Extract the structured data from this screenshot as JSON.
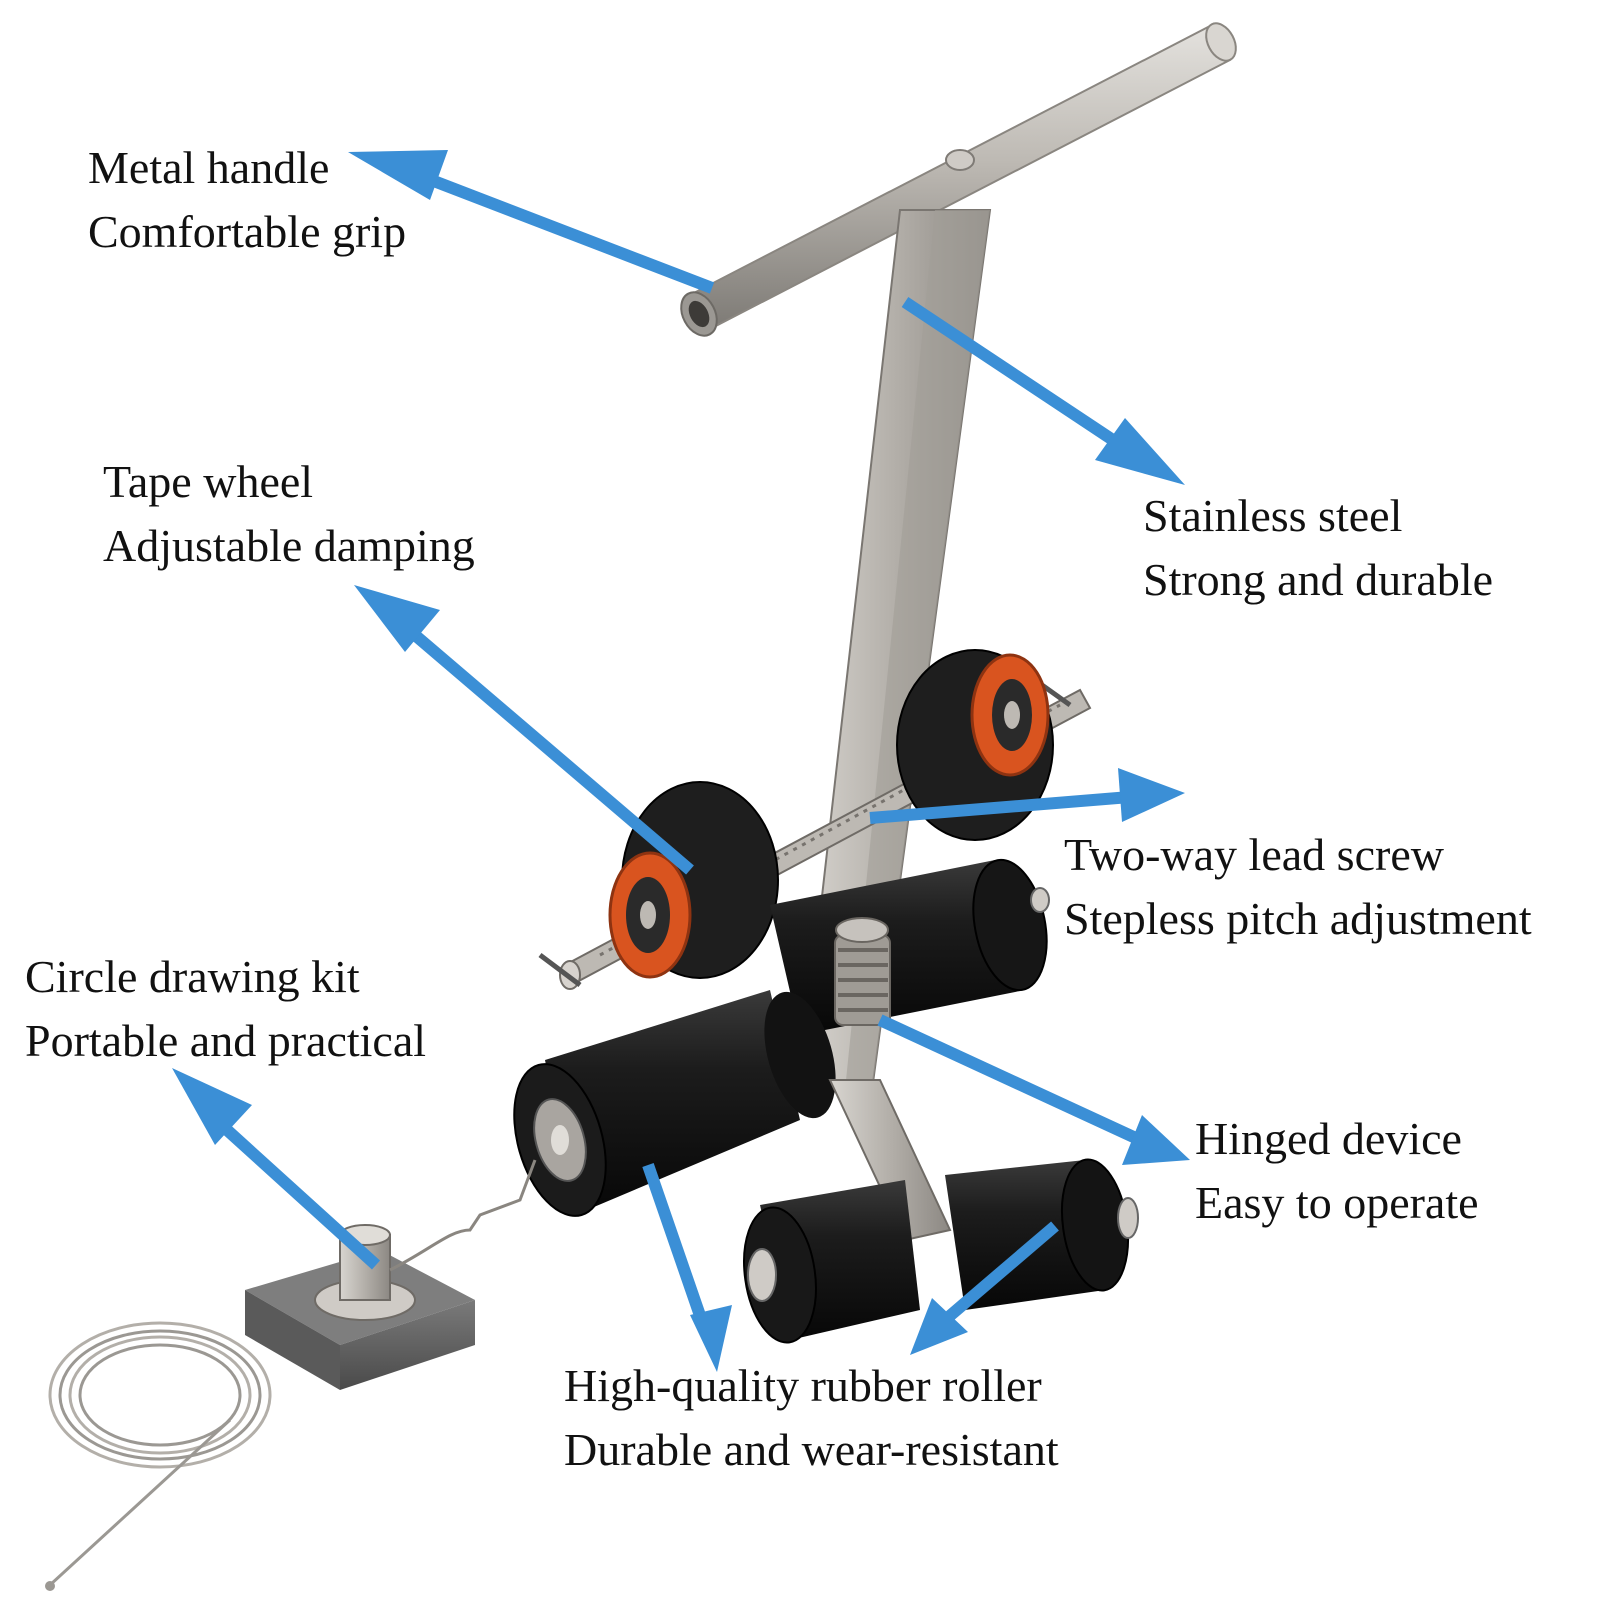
{
  "colors": {
    "arrow": "#3b8fd6",
    "steel": "#b9b6b1",
    "rubber": "#151515",
    "wheel_orange": "#d9541f",
    "hub_black": "#2a2a2a",
    "base_block": "#6b6b6b"
  },
  "labels": {
    "handle": {
      "line1": "Metal handle",
      "line2": "Comfortable grip"
    },
    "tape_wheel": {
      "line1": "Tape wheel",
      "line2": "Adjustable damping"
    },
    "steel": {
      "line1": "Stainless steel",
      "line2": "Strong and durable"
    },
    "lead_screw": {
      "line1": "Two-way lead screw",
      "line2": "Stepless pitch adjustment"
    },
    "circle_kit": {
      "line1": "Circle drawing kit",
      "line2": "Portable and practical"
    },
    "hinge": {
      "line1": "Hinged device",
      "line2": "Easy to operate"
    },
    "roller": {
      "line1": "High-quality rubber roller",
      "line2": "Durable and wear-resistant"
    }
  }
}
